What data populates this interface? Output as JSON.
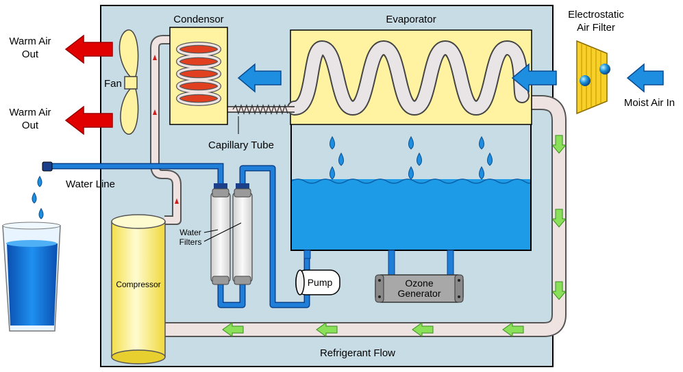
{
  "labels": {
    "condensor": "Condensor",
    "evaporator": "Evaporator",
    "air_filter_line1": "Electrostatic",
    "air_filter_line2": "Air Filter",
    "warm_air_1_line1": "Warm Air",
    "warm_air_1_line2": "Out",
    "warm_air_2_line1": "Warm Air",
    "warm_air_2_line2": "Out",
    "fan": "Fan",
    "moist_air": "Moist Air In",
    "capillary_tube": "Capillary Tube",
    "water_line": "Water Line",
    "water_filters_line1": "Water",
    "water_filters_line2": "Filters",
    "compressor": "Compressor",
    "pump": "Pump",
    "ozone_line1": "Ozone",
    "ozone_line2": "Generator",
    "refrigerant_flow": "Refrigerant Flow"
  },
  "colors": {
    "housing": "#c8dce6",
    "water": "#1e9be6",
    "pipe_blue": "#1f7fd8",
    "refrigerant_pipe": "#efe3e1",
    "coil_yellow": "#fff2a0",
    "condenser_red": "#e04020",
    "warm_air_red": "#e00000",
    "flow_green": "#8be05a",
    "compressor_yellow": "#fff8b0"
  }
}
